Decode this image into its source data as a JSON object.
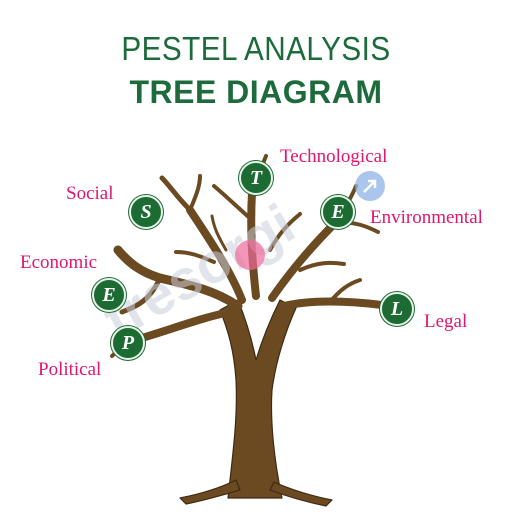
{
  "title": {
    "line1": "PESTEL ANALYSIS",
    "line2": "TREE DIAGRAM"
  },
  "factors": [
    {
      "letter": "P",
      "label": "Political"
    },
    {
      "letter": "E",
      "label": "Economic"
    },
    {
      "letter": "S",
      "label": "Social"
    },
    {
      "letter": "T",
      "label": "Technological"
    },
    {
      "letter": "E",
      "label": "Environmental"
    },
    {
      "letter": "L",
      "label": "Legal"
    }
  ],
  "watermark": {
    "text": "tresorgi"
  },
  "colors": {
    "title": "#1d6b3c",
    "node": "#1b6b33",
    "label": "#e0166e",
    "trunk": "#6b4a22"
  }
}
